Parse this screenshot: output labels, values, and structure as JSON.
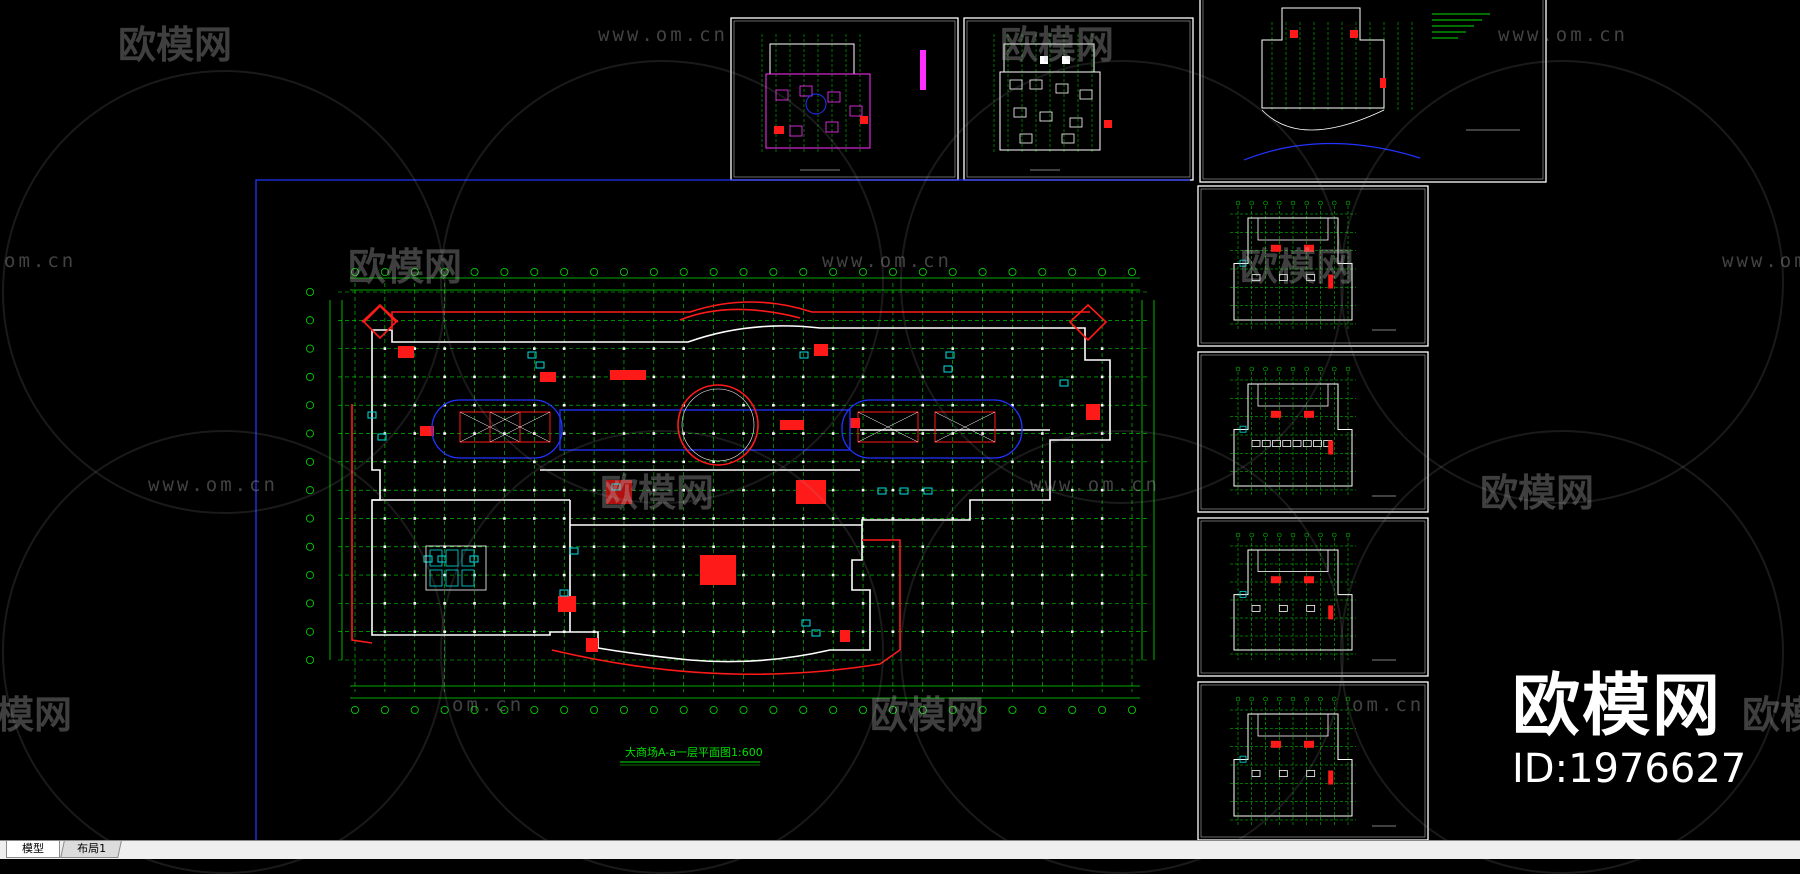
{
  "app": {
    "tabs": [
      {
        "label": "模型",
        "active": true
      },
      {
        "label": "布局1",
        "active": false
      }
    ]
  },
  "drawing": {
    "main_plan_title": "大商场A-a一层平面图1:600"
  },
  "watermark": {
    "logo_text": "欧模网",
    "url_text": "www.om.cn",
    "url_fragment": "om.cn",
    "logo_fragment": "欧模网"
  },
  "brand": {
    "name": "欧模网",
    "id": "ID:1976627"
  },
  "colors": {
    "background": "#000000",
    "grid": "#00e000",
    "walls": "#ffffff",
    "red": "#ff1a1a",
    "blue": "#2233ff",
    "cyan": "#00e0e0",
    "magenta": "#ff30ff",
    "tabbar": "#efefef"
  }
}
